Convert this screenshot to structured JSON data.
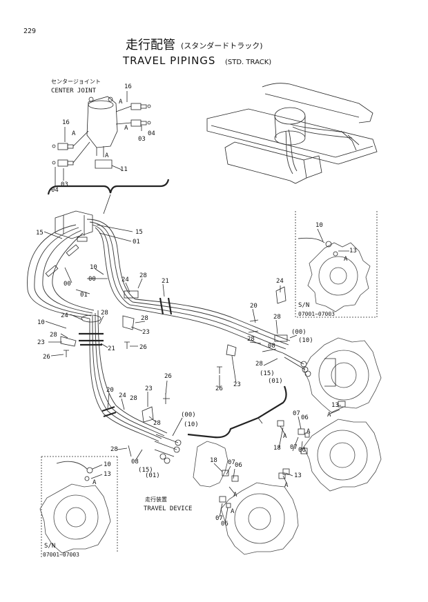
{
  "page_number": "229",
  "title": {
    "jp": "走行配管",
    "jp_sub": "(スタンダードトラック)",
    "en": "TRAVEL PIPINGS",
    "en_sub": "(STD. TRACK)"
  },
  "center_joint": {
    "jp": "センタージョイント",
    "en": "CENTER JOINT"
  },
  "travel_device": {
    "jp": "走行装置",
    "en": "TRAVEL DEVICE"
  },
  "serial_right": {
    "sn": "S/N",
    "range": "07001~07003"
  },
  "serial_left": {
    "sn": "S/N",
    "range": "07001~07003"
  },
  "callouts": {
    "c16a": "16",
    "c16b": "16",
    "c04a": "04",
    "c03a": "03",
    "c04b": "04",
    "c03b": "03",
    "c11": "11",
    "cA1": "A",
    "cA2": "A",
    "cA3": "A",
    "cA4": "A",
    "c15a": "15",
    "c15b": "15",
    "c01a": "01",
    "c10a": "10",
    "c00a": "00",
    "c00b": "00",
    "c01b": "01",
    "c10b": "10",
    "c24a": "24",
    "c28a": "28",
    "c21a": "21",
    "c28b": "28",
    "c23a": "23",
    "c26a": "26",
    "c24b": "24",
    "c28c": "28",
    "c23b": "23",
    "c26b": "26",
    "c21b": "21",
    "c20a": "20",
    "c24c": "24",
    "c28d": "28",
    "c00c": "(00)",
    "c10c": "(10)",
    "c08a": "08",
    "c28e": "28",
    "c28f": "28",
    "c15c": "(15)",
    "c01c": "(01)",
    "c26c": "26",
    "c23c": "23",
    "c20b": "20",
    "c24d": "24",
    "c23d": "23",
    "c26d": "26",
    "c28g": "28",
    "c00d": "(00)",
    "c10d": "(10)",
    "c28h": "28",
    "c08b": "08",
    "c15d": "(15)",
    "c01d": "(01)",
    "c10e": "10",
    "c13a": "13",
    "cA5": "A",
    "c10f": "10",
    "c13b": "13",
    "cA6": "A",
    "c13c": "13",
    "cA7": "A",
    "c07a": "07",
    "c06a": "06",
    "cA8": "A",
    "c18a": "18",
    "c07b": "07",
    "c06b": "06",
    "cA9": "A",
    "c18b": "18",
    "c07c": "07",
    "c06c": "06",
    "cA10": "A",
    "c13d": "13",
    "cA11": "A",
    "c07d": "07",
    "c06d": "06",
    "cA12": "A"
  }
}
